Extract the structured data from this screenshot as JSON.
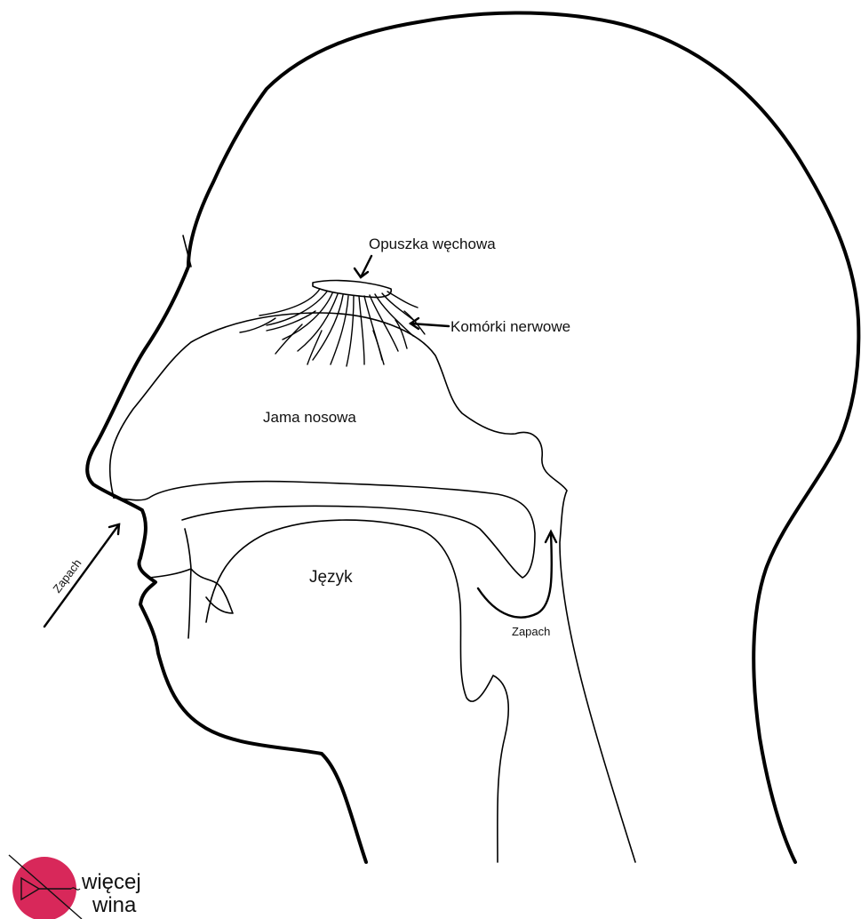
{
  "labels": {
    "olfactory_bulb": "Opuszka węchowa",
    "nerve_cells": "Komórki nerwowe",
    "nasal_cavity": "Jama nosowa",
    "tongue": "Język",
    "smell_front": "Zapach",
    "smell_back": "Zapach"
  },
  "logo": {
    "line1": "więcej",
    "line2": "wina",
    "color": "#d8285a"
  },
  "colors": {
    "ink": "#000000",
    "background": "#ffffff"
  }
}
